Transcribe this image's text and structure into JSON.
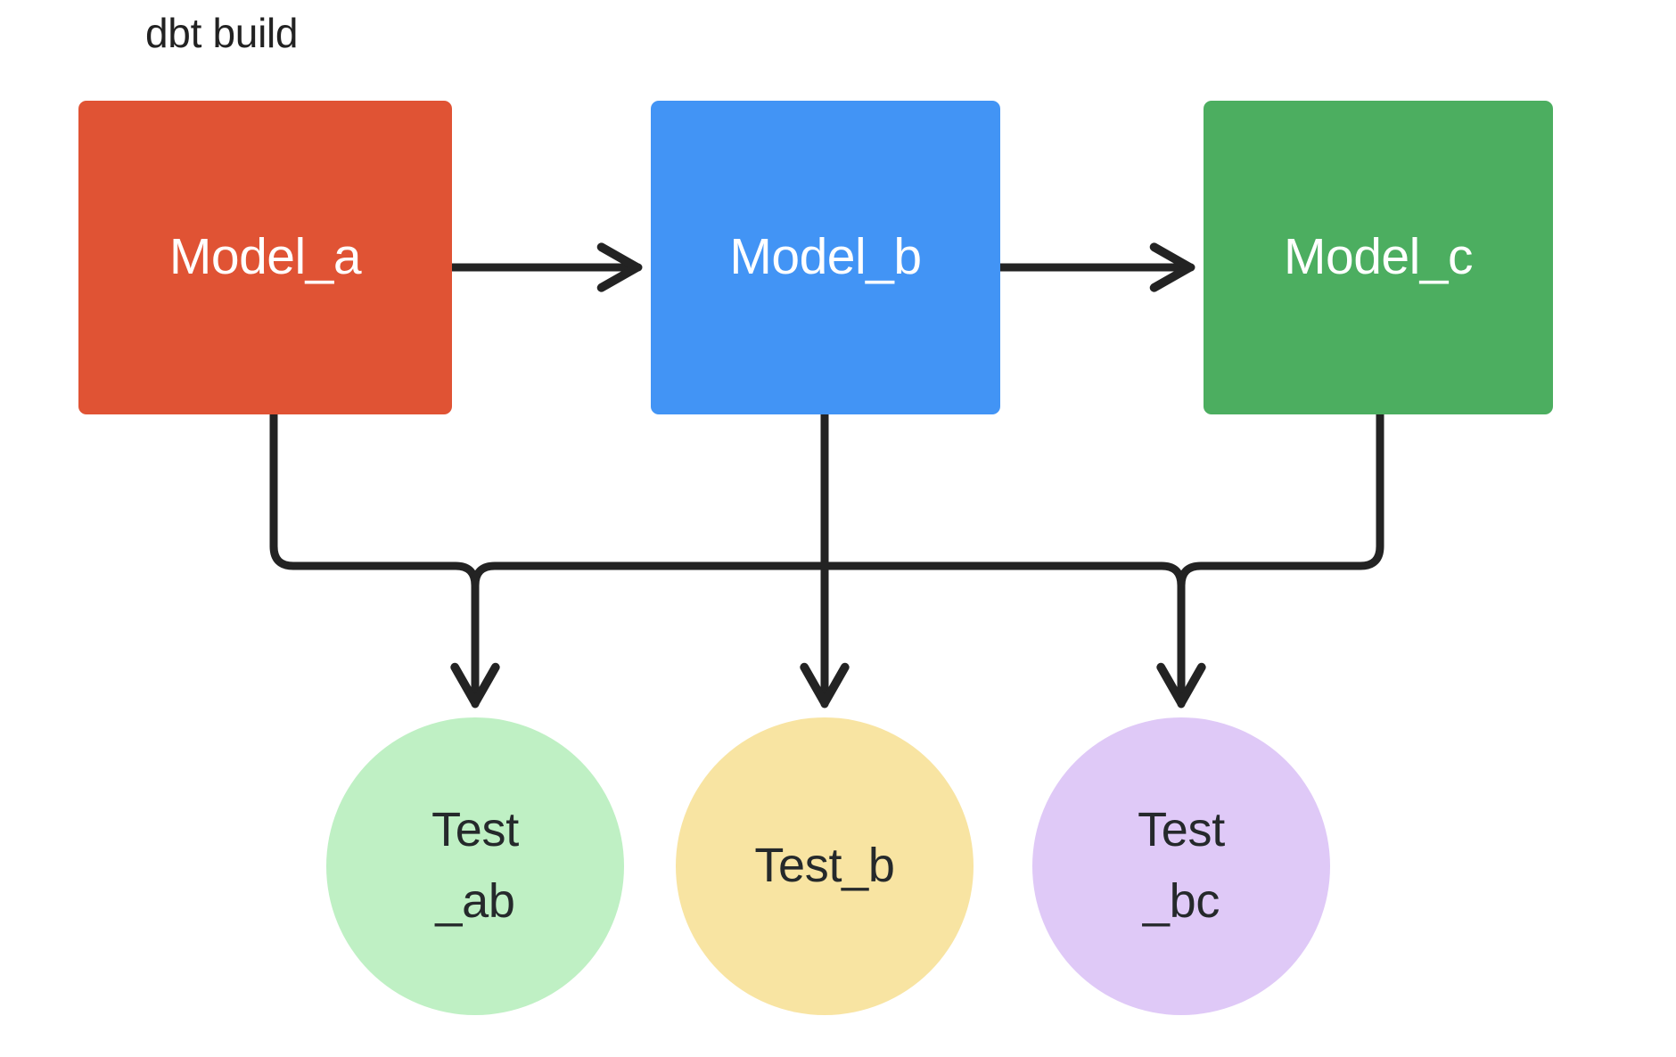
{
  "diagram": {
    "title": "dbt build",
    "type": "flowchart",
    "background": "#ffffff",
    "edge_color": "#232323",
    "models": [
      {
        "id": "model_a",
        "label": "Model_a",
        "shape": "rectangle",
        "color": "#e05334",
        "text_color": "#ffffff"
      },
      {
        "id": "model_b",
        "label": "Model_b",
        "shape": "rectangle",
        "color": "#4294f5",
        "text_color": "#ffffff"
      },
      {
        "id": "model_c",
        "label": "Model_c",
        "shape": "rectangle",
        "color": "#4cae60",
        "text_color": "#ffffff"
      }
    ],
    "tests": [
      {
        "id": "test_ab",
        "label": "Test\n_ab",
        "shape": "circle",
        "color": "#bff0c4",
        "text_color": "#25292b"
      },
      {
        "id": "test_b",
        "label": "Test_b",
        "shape": "circle",
        "color": "#f8e4a2",
        "text_color": "#25292b"
      },
      {
        "id": "test_bc",
        "label": "Test\n_bc",
        "shape": "circle",
        "color": "#dfc9f7",
        "text_color": "#25292b"
      }
    ],
    "edges": [
      {
        "from": "model_a",
        "to": "model_b",
        "style": "straight-arrow"
      },
      {
        "from": "model_b",
        "to": "model_c",
        "style": "straight-arrow"
      },
      {
        "from": "model_a",
        "to": "test_ab",
        "style": "elbow-arrow"
      },
      {
        "from": "model_b",
        "to": "test_ab",
        "style": "elbow-arrow"
      },
      {
        "from": "model_b",
        "to": "test_b",
        "style": "straight-arrow"
      },
      {
        "from": "model_b",
        "to": "test_bc",
        "style": "elbow-arrow"
      },
      {
        "from": "model_c",
        "to": "test_bc",
        "style": "elbow-arrow"
      }
    ]
  }
}
